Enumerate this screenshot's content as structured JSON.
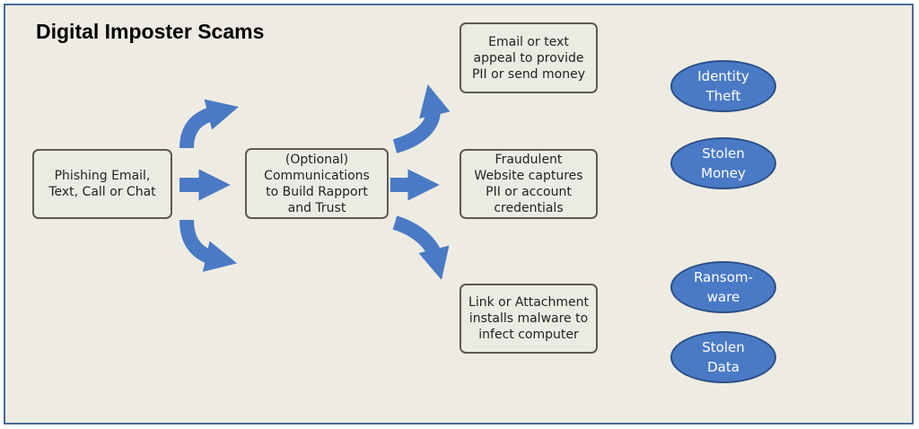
{
  "diagram": {
    "title": "Digital Imposter Scams",
    "start_box": "Phishing Email,\nText, Call or Chat",
    "middle_box": "(Optional)\nCommunications\nto  Build Rapport\nand Trust",
    "channel_boxes": [
      "Email or text\nappeal to provide\nPII or send money",
      "Fraudulent\nWebsite captures\nPII or account\ncredentials",
      "Link or Attachment\ninstalls malware to\ninfect computer"
    ],
    "outcomes": [
      "Identity\nTheft",
      "Stolen\nMoney",
      "Ransom-\nware",
      "Stolen\nData"
    ],
    "colors": {
      "arrow": "#4a7ac5",
      "oval": "#4a7ac5",
      "background": "#eeece2",
      "border": "#4a6a96"
    }
  }
}
